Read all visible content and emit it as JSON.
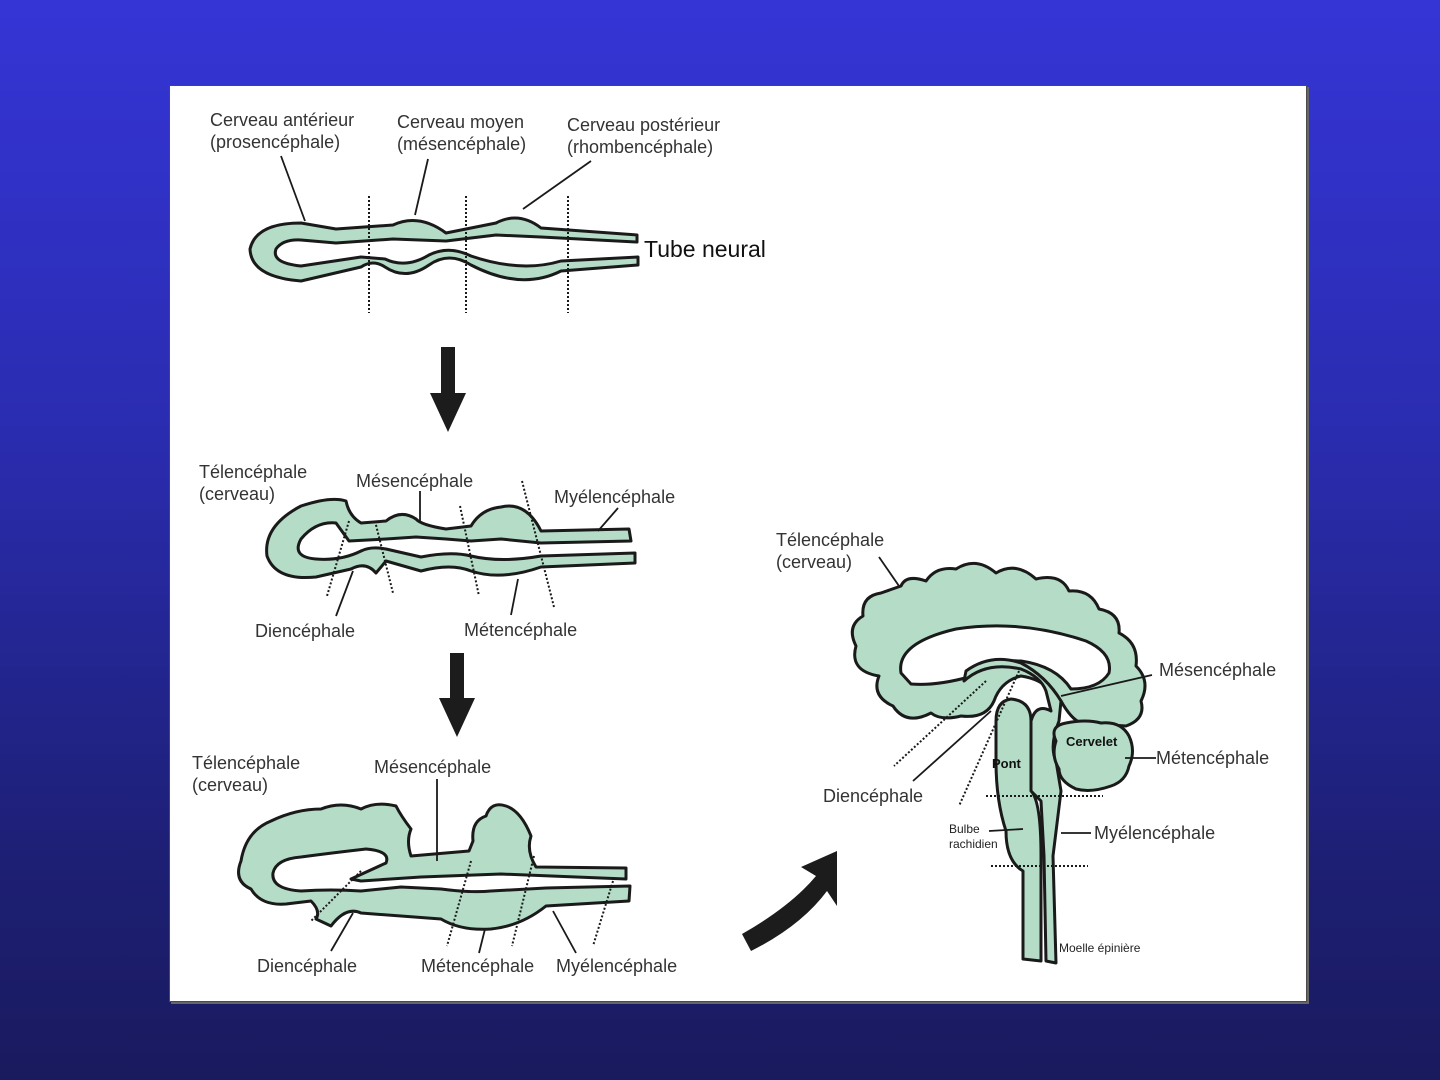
{
  "diagram": {
    "stage1": {
      "forebrain": [
        "Cerveau antérieur",
        "(prosencéphale)"
      ],
      "midbrain": [
        "Cerveau moyen",
        "(mésencéphale)"
      ],
      "hindbrain": [
        "Cerveau postérieur",
        "(rhombencéphale)"
      ],
      "tube": "Tube neural"
    },
    "stage2": {
      "telencephalon": [
        "Télencéphale",
        "(cerveau)"
      ],
      "mesencephalon": "Mésencéphale",
      "myelencephalon": "Myélencéphale",
      "diencephalon": "Diencéphale",
      "metencephalon": "Métencéphale"
    },
    "stage3": {
      "telencephalon": [
        "Télencéphale",
        "(cerveau)"
      ],
      "mesencephalon": "Mésencéphale",
      "diencephalon": "Diencéphale",
      "metencephalon": "Métencéphale",
      "myelencephalon": "Myélencéphale"
    },
    "adult": {
      "telencephalon": [
        "Télencéphale",
        "(cerveau)"
      ],
      "mesencephalon": "Mésencéphale",
      "cerebellum": "Cervelet",
      "metencephalon": "Métencéphale",
      "pons": "Pont",
      "diencephalon": "Diencéphale",
      "medulla": [
        "Bulbe",
        "rachidien"
      ],
      "myelencephalon": "Myélencéphale",
      "spinal_cord": "Moelle épinière"
    }
  }
}
